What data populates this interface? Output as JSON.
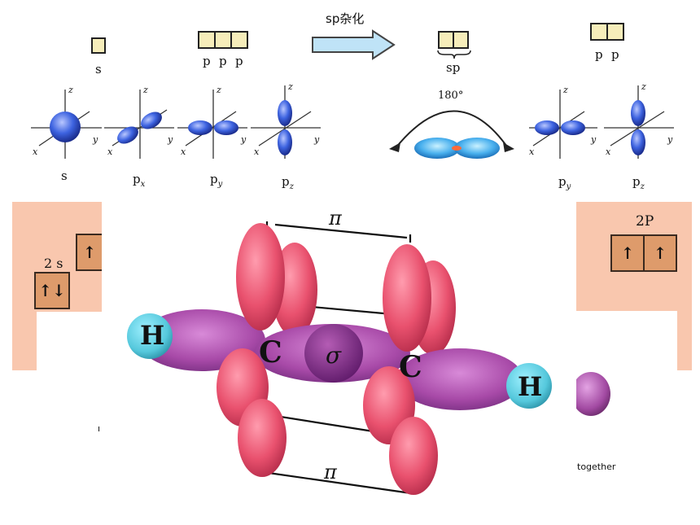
{
  "top": {
    "arrow_label": "sp杂化",
    "s_label": "s",
    "p_labels": [
      "p",
      "p",
      "p"
    ],
    "sp_label": "sp",
    "pp_labels": [
      "p",
      "p"
    ],
    "angle_label": "180°",
    "orbitals_left": [
      {
        "name": "s",
        "sub": ""
      },
      {
        "name": "p",
        "sub": "x"
      },
      {
        "name": "p",
        "sub": "y"
      },
      {
        "name": "p",
        "sub": "z"
      }
    ],
    "orbitals_right": [
      {
        "name": "p",
        "sub": "y"
      },
      {
        "name": "p",
        "sub": "z"
      }
    ],
    "axis_labels": {
      "x": "x",
      "y": "y",
      "z": "z"
    }
  },
  "left_panel": {
    "label_2s": "2 s",
    "arrows_2s": "↑↓",
    "arrow_2p": "↑"
  },
  "right_panel": {
    "label_2p": "2P",
    "arrows": [
      "↑",
      "↑"
    ]
  },
  "molecule": {
    "pi_top": "π",
    "pi_bottom": "π",
    "sigma": "σ",
    "carbon": "C",
    "hydrogen": "H"
  },
  "fragments": {
    "together": "together",
    "tick": "ı"
  },
  "colors": {
    "box_fill": "#f6edba",
    "panel": "#f9c7ae",
    "orbital_pink": "#e9516e",
    "bond_purple": "#a84aa8",
    "hydrogen": "#55c8dc",
    "orbital_blue": "#2f5fd8"
  }
}
